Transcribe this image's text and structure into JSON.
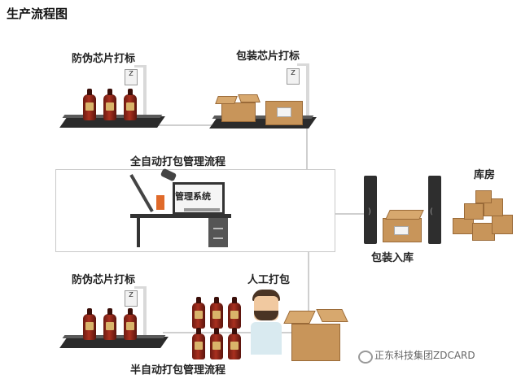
{
  "title": "生产流程图",
  "top_left_label": "防伪芯片打标",
  "top_right_label": "包装芯片打标",
  "auto_label": "全自动打包管理流程",
  "monitor_text": "管理系统",
  "warehouse_label": "库房",
  "pack_in_label": "包装入库",
  "bottom_left_label": "防伪芯片打标",
  "manual_label": "人工打包",
  "semi_auto_label": "半自动打包管理流程",
  "watermark": "正东科技集团ZDCARD"
}
